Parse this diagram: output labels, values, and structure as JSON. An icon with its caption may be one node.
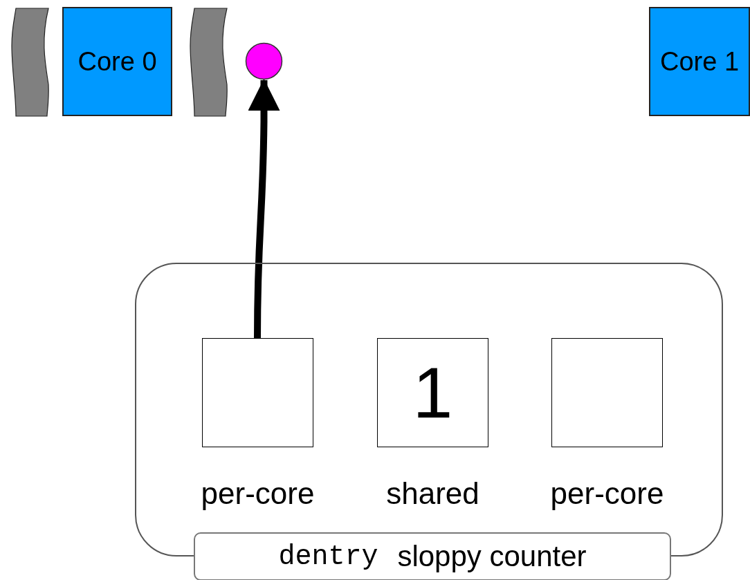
{
  "diagram": {
    "nodes": [
      {
        "text": [],
        "shape": "bar"
      },
      {
        "text": [
          "Core 0"
        ]
      },
      {
        "text": [],
        "shape": "bar"
      },
      {
        "text": [],
        "shape": "circle"
      },
      {
        "text": [
          "Core 1"
        ]
      },
      {
        "text": [
          "dentry",
          "sloppy counter"
        ]
      },
      {
        "text": [
          "per-core"
        ],
        "in": 5
      },
      {
        "text": [
          "1",
          "shared"
        ],
        "in": 5
      },
      {
        "text": [
          "per-core"
        ],
        "in": 5
      }
    ],
    "edges": [
      {
        "from": 6,
        "to": 3,
        "arrow": "to"
      }
    ]
  }
}
